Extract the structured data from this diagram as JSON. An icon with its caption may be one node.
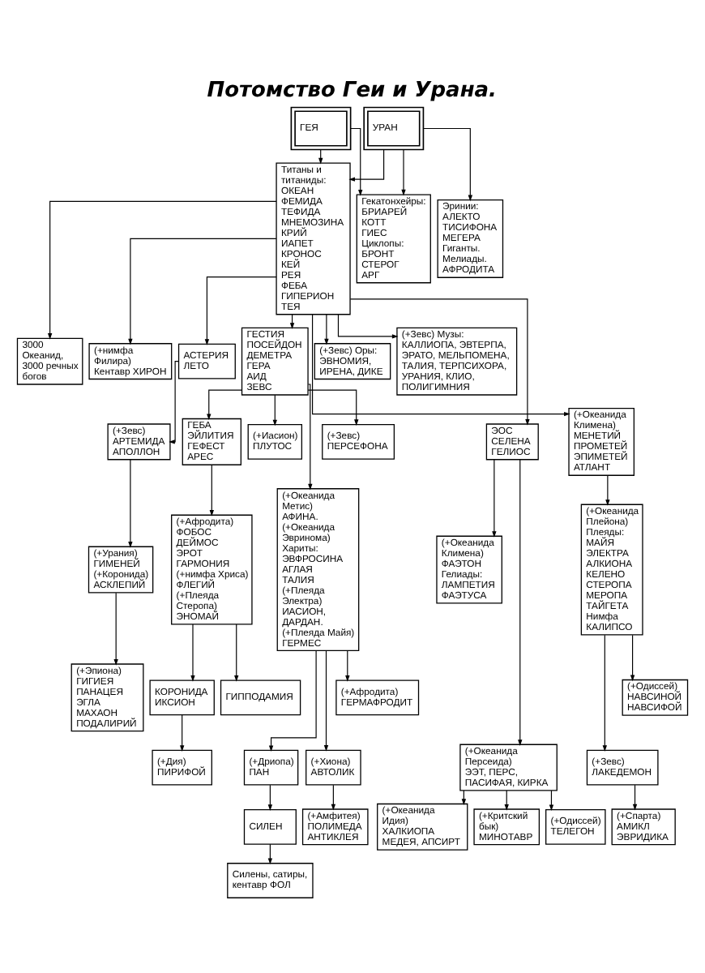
{
  "diagram": {
    "title": "Потомство Геи и Урана.",
    "nodes": [
      {
        "text": [
          "ГЕЯ"
        ]
      },
      {
        "text": [
          "УРАН"
        ]
      },
      {
        "text": [
          "Эринии:",
          "АЛЕКТО",
          "ТИСИФОНА",
          "МЕГЕРА",
          "Гиганты.",
          "Мелиады.",
          "АФРОДИТА"
        ]
      },
      {
        "text": [
          "Гекатонхейры:",
          "БРИАРЕЙ",
          "КОТТ",
          "ГИЕС",
          "Циклопы:",
          "БРОНТ",
          "СТЕРОГ",
          "АРГ"
        ]
      },
      {
        "text": [
          "3000 Океанид, 3000 речных богов"
        ]
      },
      {
        "text": [
          "Титаны и титаниды:",
          "ОКЕАН",
          "ФЕМИДА",
          "ТЕФИДА",
          "МНЕМОЗИНА",
          "КРИЙ",
          "ИАПЕТ",
          "КРОНОС",
          "КЕЙ",
          "РЕЯ",
          "ФЕБА",
          "ГИПЕРИОН",
          "ТЕЯ"
        ]
      },
      {
        "text": [
          "(+Зевс) Оры:",
          "ЭВНОМИЯ, ИРЕНА, ДИКЕ"
        ]
      },
      {
        "text": [
          "(+Зевс) Музы: КАЛЛИОПА, ЭВТЕРПА, ЭРАТО, МЕЛЬПОМЕНА, ТАЛИЯ, ТЕРПСИХОРА, УРАНИЯ, КЛИО, ПОЛИГИМНИЯ"
        ]
      },
      {
        "text": [
          "(+нимфа Филира)",
          "Кентавр ХИРОН"
        ]
      },
      {
        "text": [
          "(+Океанида Климена)",
          "МЕНЕТИЙ",
          "ПРОМЕТЕЙ",
          "ЭПИМЕТЕЙ",
          "АТЛАНТ"
        ]
      },
      {
        "text": [
          "АСТЕРИЯ",
          "ЛЕТО"
        ]
      },
      {
        "text": [
          "ГЕСТИЯ",
          "ПОСЕЙДОН",
          "ДЕМЕТРА",
          "ГЕРА",
          "АИД",
          "ЗЕВС"
        ]
      },
      {
        "text": [
          "(+Зевс)",
          "АРТЕМИДА",
          "АПОЛЛОН"
        ]
      },
      {
        "text": [
          "ЭОС",
          "СЕЛЕНА",
          "ГЕЛИОС"
        ]
      },
      {
        "text": [
          "(+Зевс)",
          "ПЕРСЕФОНА"
        ]
      },
      {
        "text": [
          "ГЕБА",
          "ЭЙЛИТИЯ",
          "ГЕФЕСТ",
          "АРЕС"
        ]
      },
      {
        "text": [
          "(+Океанида Плейона)",
          "Плеяды:",
          "МАЙЯ",
          "ЭЛЕКТРА",
          "АЛКИОНА",
          "КЕЛЕНО",
          "СТЕРОПА",
          "МЕРОПА",
          "ТАЙГЕТА",
          "Нимфа",
          "КАЛИПСО"
        ]
      },
      {
        "text": [
          "(+Урания)",
          "ГИМЕНЕЙ",
          "(+Коронида)",
          "АСКЛЕПИЙ"
        ]
      },
      {
        "text": [
          "(+Океанида Метис)",
          "АФИНА.",
          "(+Океанида Эвринома)",
          "Хариты:",
          "ЭВФРОСИНА",
          "АГЛАЯ",
          "ТАЛИЯ",
          "(+Плеяда Электра)",
          "ИАСИОН,",
          "ДАРДАН.",
          "(+Плеяда Майя)",
          "ГЕРМЕС"
        ]
      },
      {
        "text": [
          "(+Афродита)",
          "ФОБОС",
          "ДЕЙМОС",
          "ЭРОТ",
          "ГАРМОНИЯ",
          "(+нимфа Хриса)",
          "ФЛЕГИЙ",
          "(+Плеяда Стеропа)",
          "ЭНОМАЙ"
        ]
      },
      {
        "text": [
          "(+Эпиона)",
          "ГИГИЕЯ",
          "ПАНАЦЕЯ",
          "ЭГЛА",
          "МАХАОН",
          "ПОДАЛИРИЙ"
        ]
      },
      {
        "text": [
          "(+Иасион)",
          "ПЛУТОС"
        ]
      },
      {
        "text": [
          "КОРОНИДА",
          "ИКСИОН"
        ]
      },
      {
        "text": [
          "(+Океанида Климена)",
          "ФАЭТОН",
          "Гелиады:",
          "ЛАМПЕТИЯ",
          "ФАЭТУСА"
        ]
      },
      {
        "text": [
          "ГИППОДАМИЯ"
        ]
      },
      {
        "text": [
          "(+Одиссей)",
          "НАВСИНОЙ",
          "НАВСИФОЙ"
        ]
      },
      {
        "text": [
          "(+Афродита)",
          "ГЕРМАФРОДИТ"
        ]
      },
      {
        "text": [
          "(+Дриопа)",
          "ПАН"
        ]
      },
      {
        "text": [
          "(+Хиона)",
          "АВТОЛИК"
        ]
      },
      {
        "text": [
          "(+Зевс)",
          "ЛАКЕДЕМОН"
        ]
      },
      {
        "text": [
          "(+Океанида Персеида)",
          "ЭЭТ, ПЕРС, ПАСИФАЯ, КИРКА"
        ]
      },
      {
        "text": [
          "СИЛЕН"
        ]
      },
      {
        "text": [
          "(+Амфитея)",
          "ПОЛИМЕДА",
          "АНТИКЛЕЯ"
        ]
      },
      {
        "text": [
          "(+Спарта)",
          "АМИКЛ",
          "ЭВРИДИКА"
        ]
      },
      {
        "text": [
          "(+Океанида Идия)",
          "ХАЛКИОПА",
          "МЕДЕЯ, АПСИРТ"
        ]
      },
      {
        "text": [
          "(+Критский бык)",
          "МИНОТАВР"
        ]
      },
      {
        "text": [
          "(+Одиссей)",
          "ТЕЛЕГОН"
        ]
      },
      {
        "text": [
          "Силены, сатиры, кентавр ФОЛ"
        ]
      },
      {
        "text": [
          "(+Дия)",
          "ПИРИФОЙ"
        ]
      }
    ],
    "edges": [
      {
        "from": 0,
        "to": 3,
        "arrow": "to"
      },
      {
        "from": 0,
        "to": 5,
        "arrow": "to"
      },
      {
        "from": 1,
        "to": 3,
        "arrow": "to"
      },
      {
        "from": 1,
        "to": 5,
        "arrow": "to"
      },
      {
        "from": 1,
        "to": 2,
        "arrow": "to"
      },
      {
        "from": 5,
        "to": 4,
        "arrow": "to"
      },
      {
        "from": 5,
        "to": 6,
        "arrow": "to"
      },
      {
        "from": 5,
        "to": 7,
        "arrow": "to"
      },
      {
        "from": 5,
        "to": 8,
        "arrow": "to"
      },
      {
        "from": 5,
        "to": 9,
        "arrow": "to"
      },
      {
        "from": 5,
        "to": 11,
        "arrow": "to"
      },
      {
        "from": 5,
        "to": 10,
        "arrow": "to"
      },
      {
        "from": 5,
        "to": 13,
        "arrow": "to"
      },
      {
        "from": 10,
        "to": 12,
        "arrow": "to"
      },
      {
        "from": 12,
        "to": 17,
        "arrow": "to"
      },
      {
        "from": 17,
        "to": 20,
        "arrow": "to"
      },
      {
        "from": 11,
        "to": 14,
        "arrow": "to"
      },
      {
        "from": 11,
        "to": 21,
        "arrow": "to"
      },
      {
        "from": 11,
        "to": 15,
        "arrow": "to"
      },
      {
        "from": 11,
        "to": 18,
        "arrow": "to"
      },
      {
        "from": 15,
        "to": 19,
        "arrow": "to"
      },
      {
        "from": 9,
        "to": 16,
        "arrow": "to"
      },
      {
        "from": 16,
        "to": 25,
        "arrow": "to"
      },
      {
        "from": 16,
        "to": 29,
        "arrow": "to"
      },
      {
        "from": 13,
        "to": 23,
        "arrow": "to"
      },
      {
        "from": 13,
        "to": 30,
        "arrow": "to"
      },
      {
        "from": 18,
        "to": 26,
        "arrow": "to"
      },
      {
        "from": 18,
        "to": 27,
        "arrow": "to"
      },
      {
        "from": 18,
        "to": 28,
        "arrow": "to"
      },
      {
        "from": 19,
        "to": 22,
        "arrow": "to"
      },
      {
        "from": 19,
        "to": 24,
        "arrow": "to"
      },
      {
        "from": 22,
        "to": 38,
        "arrow": "to"
      },
      {
        "from": 27,
        "to": 31,
        "arrow": "to"
      },
      {
        "from": 31,
        "to": 37,
        "arrow": "to"
      },
      {
        "from": 28,
        "to": 32,
        "arrow": "to"
      },
      {
        "from": 29,
        "to": 33,
        "arrow": "to"
      },
      {
        "from": 30,
        "to": 34,
        "arrow": "to"
      },
      {
        "from": 30,
        "to": 35,
        "arrow": "to"
      },
      {
        "from": 30,
        "to": 36,
        "arrow": "to"
      }
    ]
  }
}
